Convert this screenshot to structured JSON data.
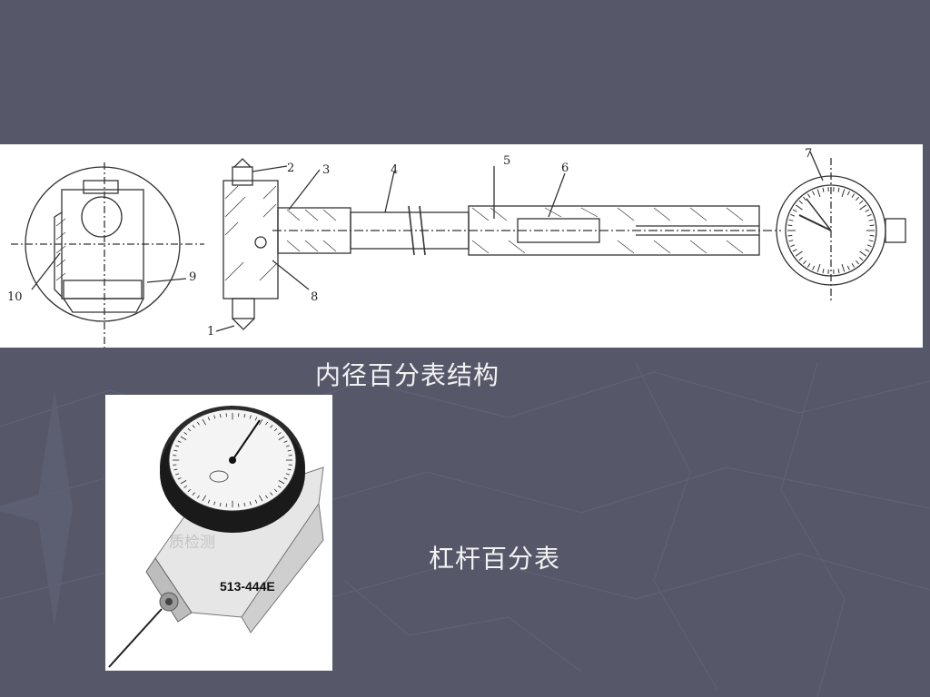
{
  "slide": {
    "figure1_caption": "内径百分表结构",
    "figure2_caption": "杠杆百分表"
  },
  "figure1": {
    "part_labels": [
      "1",
      "2",
      "3",
      "4",
      "5",
      "6",
      "7",
      "8",
      "9",
      "10"
    ]
  },
  "figure2": {
    "model_number": "513-444E",
    "watermark": "质检测"
  },
  "colors": {
    "background": "#565869",
    "caption_text": "#f2f2f2",
    "panel": "#ffffff"
  }
}
